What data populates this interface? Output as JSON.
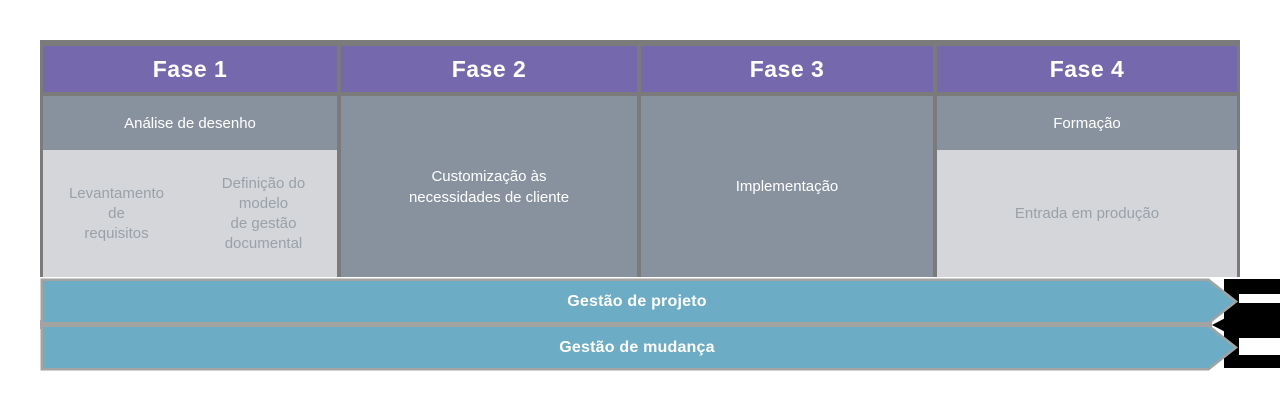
{
  "colors": {
    "header_purple": "#7568ad",
    "table_border_gray": "#7b7b7b",
    "body_gray": "#87929e",
    "light_box": "#d4d6d9",
    "light_box_text": "#9aa1a9",
    "banner_blue": "#6cacc5",
    "banner_border_gray": "#a3a3a1",
    "edge_shadow_black": "#000000",
    "text_white": "#ffffff"
  },
  "phases": [
    {
      "header": "Fase 1",
      "top_row": "Análise de desenho",
      "boxes": [
        [
          "Levantamento",
          "de",
          "requisitos"
        ],
        [
          "Definição do",
          "modelo",
          "de gestão",
          "documental"
        ]
      ]
    },
    {
      "header": "Fase 2",
      "body": [
        "Customização às",
        "necessidades de cliente"
      ]
    },
    {
      "header": "Fase 3",
      "body": [
        "Implementação"
      ]
    },
    {
      "header": "Fase 4",
      "top_row": "Formação",
      "boxes": [
        [
          "Entrada em produção"
        ]
      ]
    }
  ],
  "banners": [
    {
      "label": "Gestão de projeto"
    },
    {
      "label": "Gestão de mudança"
    }
  ]
}
